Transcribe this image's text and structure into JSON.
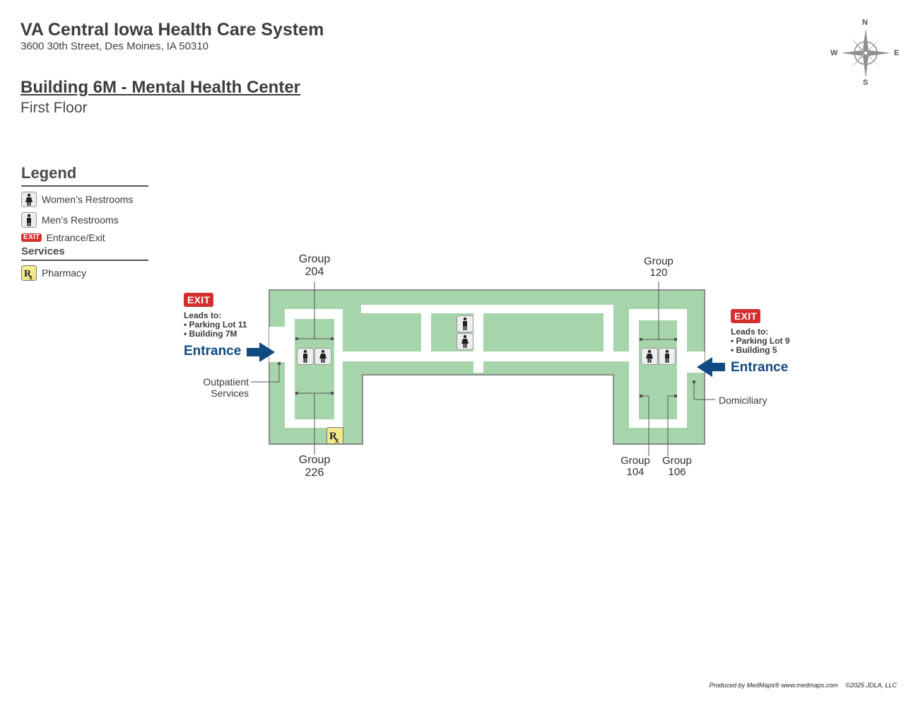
{
  "header": {
    "title": "VA Central Iowa Health Care System",
    "address": "3600 30th Street, Des Moines, IA 50310",
    "building": "Building 6M - Mental Health Center",
    "floor": "First Floor"
  },
  "compass": {
    "n": "N",
    "e": "E",
    "s": "S",
    "w": "W"
  },
  "legend": {
    "title": "Legend",
    "items": [
      {
        "label": "Women’s Restrooms",
        "icon": "womens-restroom-icon"
      },
      {
        "label": "Men’s Restrooms",
        "icon": "mens-restroom-icon"
      },
      {
        "label": "Entrance/Exit",
        "icon": "exit-icon",
        "badge": "EXIT"
      }
    ],
    "services_title": "Services",
    "services": [
      {
        "label": "Pharmacy",
        "icon": "pharmacy-icon"
      }
    ]
  },
  "west_entrance": {
    "badge": "EXIT",
    "leads_to": "Leads to:",
    "destinations": [
      "• Parking Lot 11",
      "• Building 7M"
    ],
    "label": "Entrance"
  },
  "east_entrance": {
    "badge": "EXIT",
    "leads_to": "Leads to:",
    "destinations": [
      "• Parking Lot 9",
      "• Building 5"
    ],
    "label": "Entrance"
  },
  "rooms": {
    "group204": [
      "Group",
      "204"
    ],
    "group226": [
      "Group",
      "226"
    ],
    "group120": [
      "Group",
      "120"
    ],
    "group104": [
      "Group",
      "104"
    ],
    "group106": [
      "Group",
      "106"
    ],
    "outpatient": [
      "Outpatient",
      "Services"
    ],
    "domiciliary": "Domiciliary"
  },
  "colors": {
    "floor_fill": "#a6d5ab",
    "floor_stroke": "#8a8f8a",
    "corridor": "#ffffff",
    "entrance_arrow": "#0f4a82",
    "exit_badge": "#d32f2f",
    "pharmacy_badge": "#f3ea8a"
  },
  "footer": {
    "produced": "Produced by MedMaps® www.medmaps.com",
    "copyright": "©2025 JDLA, LLC"
  }
}
